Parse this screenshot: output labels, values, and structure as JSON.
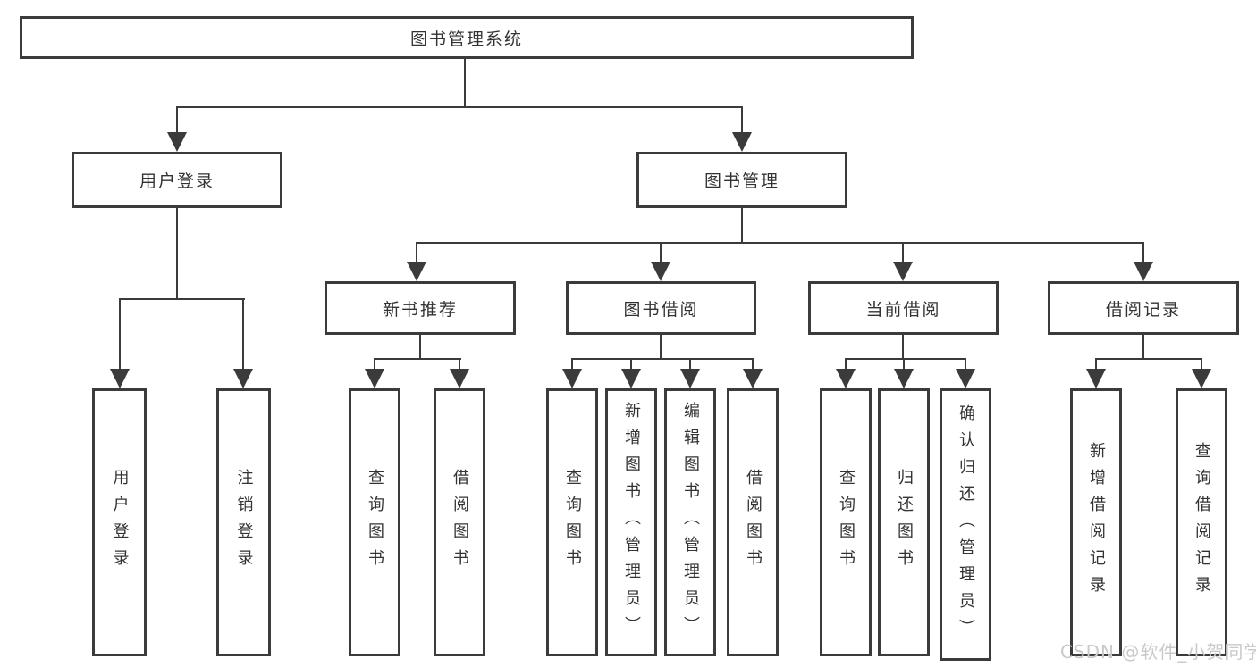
{
  "diagram": {
    "root": {
      "label": "图书管理系统",
      "children": [
        {
          "label": "用户登录",
          "children": [
            {
              "label": "用户登录"
            },
            {
              "label": "注销登录"
            }
          ]
        },
        {
          "label": "图书管理",
          "children": [
            {
              "label": "新书推荐",
              "children": [
                {
                  "label": "查询图书"
                },
                {
                  "label": "借阅图书"
                }
              ]
            },
            {
              "label": "图书借阅",
              "children": [
                {
                  "label": "查询图书"
                },
                {
                  "label": "新增图书（管理员）"
                },
                {
                  "label": "编辑图书（管理员）"
                },
                {
                  "label": "借阅图书"
                }
              ]
            },
            {
              "label": "当前借阅",
              "children": [
                {
                  "label": "查询图书"
                },
                {
                  "label": "归还图书"
                },
                {
                  "label": "确认归还（管理员）"
                }
              ]
            },
            {
              "label": "借阅记录",
              "children": [
                {
                  "label": "新增借阅记录"
                },
                {
                  "label": "查询借阅记录"
                }
              ]
            }
          ]
        }
      ]
    }
  },
  "watermark": {
    "text": "CSDN @软件_小贺同学"
  },
  "colors": {
    "line": "#3b3b3b",
    "text": "#333333",
    "watermark": "#c9c9c9",
    "bg": "#ffffff"
  }
}
